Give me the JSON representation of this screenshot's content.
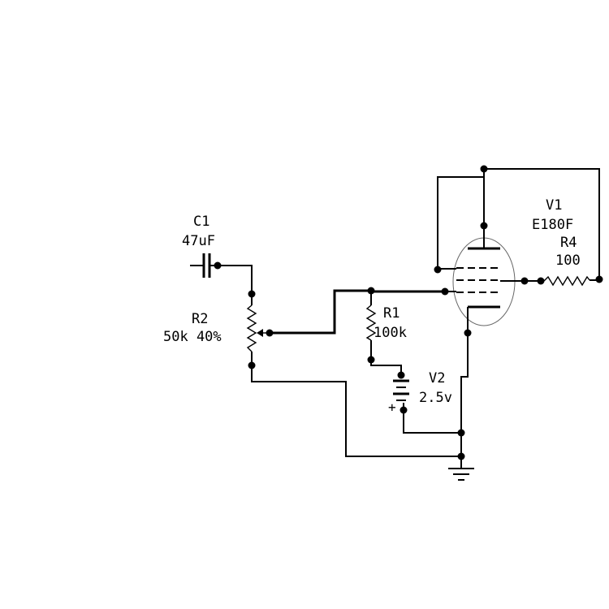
{
  "components": {
    "c1": {
      "ref": "C1",
      "value": "47uF"
    },
    "r2": {
      "ref": "R2",
      "value": "50k 40%"
    },
    "r1": {
      "ref": "R1",
      "value": "100k"
    },
    "v2": {
      "ref": "V2",
      "value": "2.5v",
      "polarity": "+"
    },
    "v1": {
      "ref": "V1",
      "value": "E180F"
    },
    "r4": {
      "ref": "R4",
      "value": "100"
    }
  }
}
